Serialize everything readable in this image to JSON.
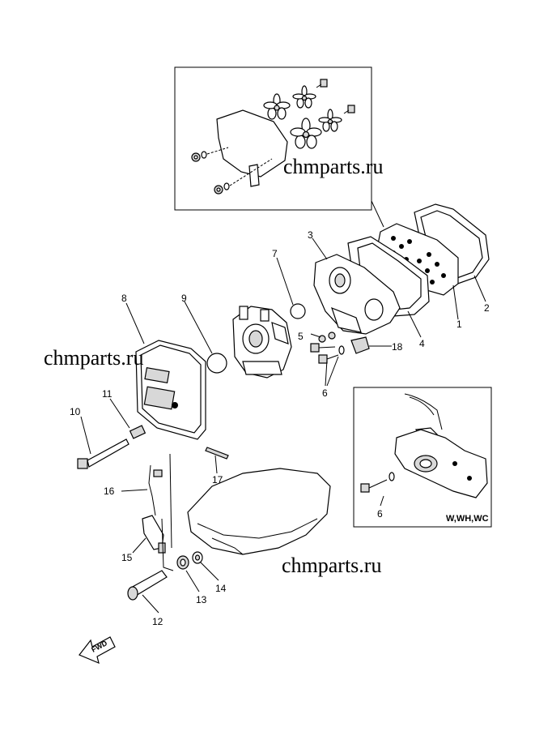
{
  "watermarks": [
    "chmparts.ru",
    "chmparts.ru",
    "chmparts.ru"
  ],
  "part_numbers": [
    "1",
    "2",
    "3",
    "4",
    "5",
    "6",
    "7",
    "8",
    "9",
    "10",
    "11",
    "12",
    "13",
    "14",
    "15",
    "16",
    "17",
    "18"
  ],
  "inset_part_number": "6",
  "inset_model_tag": "W,WH,WC",
  "fwd_label": "FWD"
}
